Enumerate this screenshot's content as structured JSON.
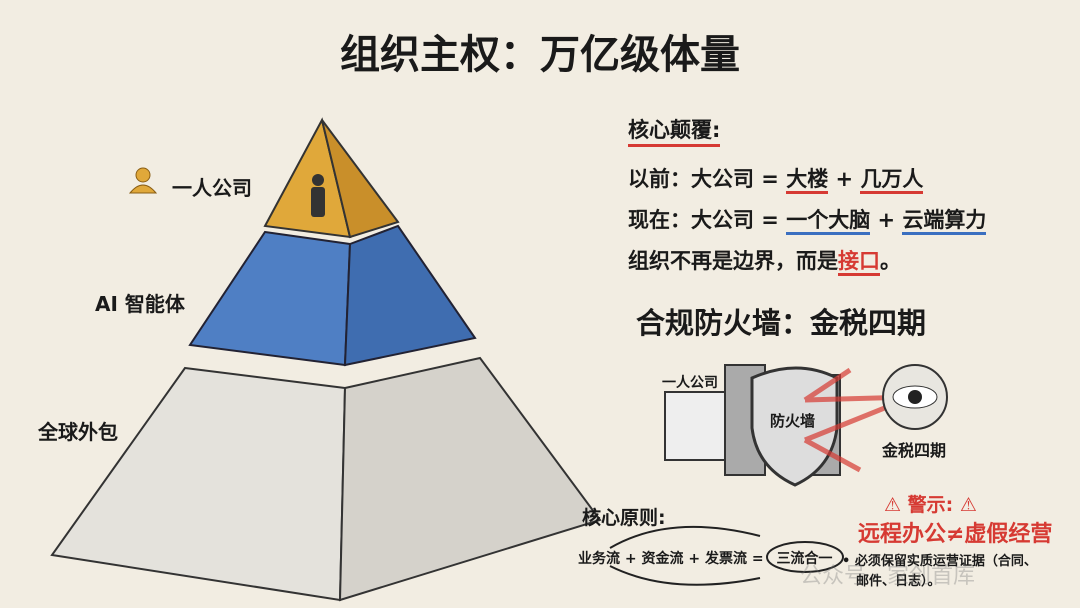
{
  "title": "组织主权：万亿级体量",
  "pyramid": {
    "top_label": "一人公司",
    "middle_label": "AI 智能体",
    "bottom_label": "全球外包",
    "colors": {
      "top": "#e0a83a",
      "middle": "#4f7fc4",
      "bottom": "#e4e2dc"
    }
  },
  "disruption": {
    "heading": "核心颠覆:",
    "before_prefix": "以前：大公司 = ",
    "before_a": "大楼",
    "before_plus": " + ",
    "before_b": "几万人",
    "now_prefix": "现在：大公司 = ",
    "now_a": "一个大脑",
    "now_plus": " + ",
    "now_b": "云端算力",
    "org_prefix": "组织不再是边界，而是",
    "org_key": "接口",
    "org_suffix": "。"
  },
  "compliance": {
    "heading": "合规防火墙：金税四期",
    "company_label": "一人公司",
    "shield_label": "防火墙",
    "eye_label": "金税四期"
  },
  "principle": {
    "heading": "核心原则:",
    "equation": "业务流 + 资金流 + 发票流 = ",
    "result": "三流合一"
  },
  "warning": {
    "heading": "⚠ 警示: ⚠",
    "statement": "远程办公≠虚假经营",
    "bullet_line1": "• 必须保留实质运营证据（合同、",
    "bullet_line2": "邮件、日志）。"
  },
  "watermark": "公众号 · 家创首库",
  "accent_red": "#d63a33"
}
